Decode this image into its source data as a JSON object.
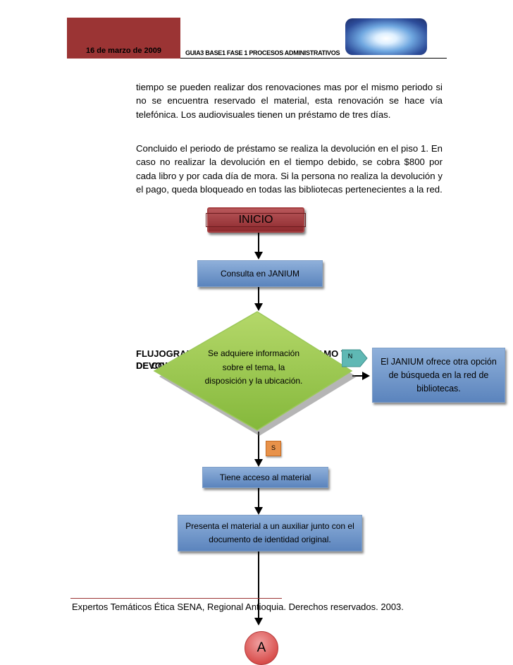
{
  "header": {
    "date": "16 de marzo de 2009",
    "title": "GUIA3 BASE1 FASE 1  PROCESOS ADMINISTRATIVOS"
  },
  "body": {
    "paragraph1": "tiempo se pueden realizar dos renovaciones mas por el mismo periodo si no se encuentra reservado el material, esta  renovación se hace vía telefónica. Los audiovisuales tienen un préstamo de tres días.",
    "paragraph2": "Concluido el periodo de préstamo se realiza la devolución en el piso 1.  En caso no realizar la devolución en el tiempo debido, se cobra $800 por cada libro y por cada día de mora.  Si la persona no realiza la devolución y el pago, queda bloqueado en todas las bibliotecas pertenecientes a la red.",
    "flujo_line1": "FLUJOGRAMA DEL PROCESO DE PRÉSTAMO Y DEVOLUCIÓN",
    "flujo_line2": "DE CONSULTA EN BIBLIOTECA"
  },
  "flowchart": {
    "start": "INICIO",
    "step1": "Consulta en JANIUM",
    "decision": "Se adquiere información sobre el tema, la disposición y la ubicación.",
    "no_label": "N",
    "no_branch": "El JANIUM ofrece otra opción de búsqueda en la red de bibliotecas.",
    "yes_label": "S",
    "step2": "Tiene acceso al material",
    "step3": "Presenta el material a un auxiliar junto con el documento de identidad original.",
    "connector": "A"
  },
  "footer": {
    "text": "Expertos Temáticos Ética SENA, Regional Antioquia.  Derechos reservados. 2003."
  }
}
